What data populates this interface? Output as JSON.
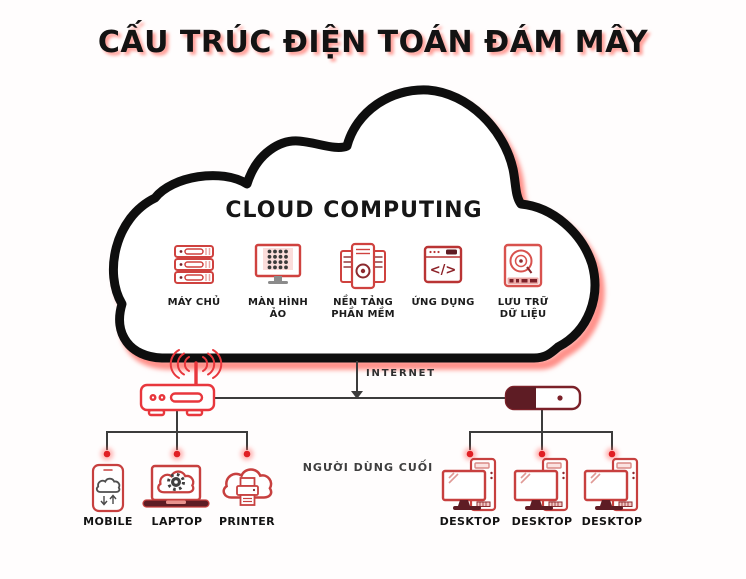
{
  "title": "CẤU TRÚC ĐIỆN TOÁN ĐÁM MÂY",
  "cloud": {
    "heading": "CLOUD COMPUTING",
    "services": [
      {
        "icon": "server-icon",
        "label": "MÁY CHỦ"
      },
      {
        "icon": "virtual-monitor-icon",
        "label": "MÀN HÌNH ẢO"
      },
      {
        "icon": "software-platform-icon",
        "label": "NỀN TẢNG PHẦN MỀM"
      },
      {
        "icon": "application-icon",
        "label": "ỨNG DỤNG",
        "glyph": "</>"
      },
      {
        "icon": "data-storage-icon",
        "label": "LƯU TRỮ DỮ LIỆU"
      }
    ]
  },
  "network": {
    "internet_label": "INTERNET",
    "left_hub_icon": "wifi-router-icon",
    "right_hub_icon": "usb-drive-icon"
  },
  "end_users": {
    "caption": "NGƯỜI DÙNG CUỐI",
    "left_devices": [
      {
        "icon": "mobile-icon",
        "label": "MOBILE"
      },
      {
        "icon": "laptop-icon",
        "label": "LAPTOP"
      },
      {
        "icon": "printer-icon",
        "label": "PRINTER"
      }
    ],
    "right_devices": [
      {
        "icon": "desktop-icon",
        "label": "DESKTOP"
      },
      {
        "icon": "desktop-icon",
        "label": "DESKTOP"
      },
      {
        "icon": "desktop-icon",
        "label": "DESKTOP"
      }
    ]
  },
  "colors": {
    "icon_red": "#cf423f",
    "dark_maroon": "#5e1c24",
    "line_gray": "#3c3c3c",
    "dot_red": "#e01f24",
    "shadow_pink": "#ff8f88",
    "text_black": "#141414"
  }
}
